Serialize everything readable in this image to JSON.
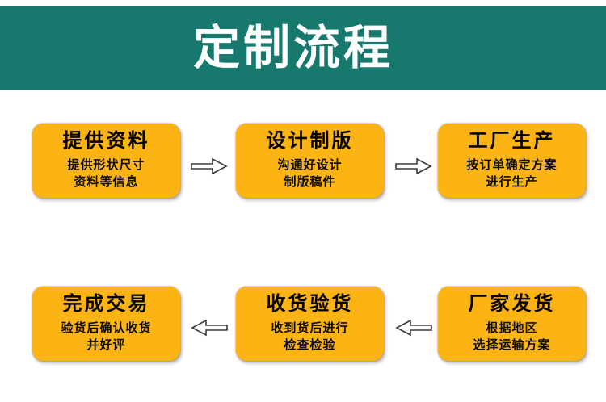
{
  "header": {
    "title": "定制流程"
  },
  "colors": {
    "banner_bg": "#17786d",
    "banner_text": "#ffffff",
    "card_bg": "#fcb414",
    "card_text": "#000000",
    "arrow_outline": "#3a3a3a",
    "arrow_fill": "#ffffff",
    "page_bg": "#ffffff"
  },
  "flow": {
    "row1": {
      "direction": "right",
      "steps": [
        {
          "title": "提供资料",
          "desc": "提供形状尺寸\n资料等信息"
        },
        {
          "title": "设计制版",
          "desc": "沟通好设计\n制版稿件"
        },
        {
          "title": "工厂生产",
          "desc": "按订单确定方案\n进行生产"
        }
      ]
    },
    "row2": {
      "direction": "left",
      "steps": [
        {
          "title": "完成交易",
          "desc": "验货后确认收货\n并好评"
        },
        {
          "title": "收货验货",
          "desc": "收到货后进行\n检查检验"
        },
        {
          "title": "厂家发货",
          "desc": "根据地区\n选择运输方案"
        }
      ]
    }
  },
  "icons": {
    "arrow_right": "right-block-arrow",
    "arrow_left": "left-block-arrow"
  }
}
